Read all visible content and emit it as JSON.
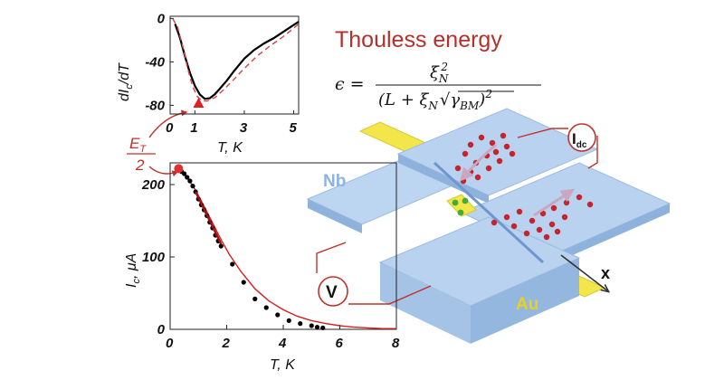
{
  "title": "Thouless energy",
  "formula": {
    "lhs": "ϵ =",
    "numerator": "ξ",
    "numerator_sub": "N",
    "numerator_sup": "2",
    "denominator_open": "(L + ξ",
    "denominator_sub": "N",
    "denominator_sqrt": "γ",
    "denominator_sqrt_sub": "BM",
    "denominator_close": ")",
    "denominator_sup": "2"
  },
  "energy_label": {
    "numerator": "E",
    "numerator_sub": "T",
    "denominator": "2"
  },
  "device": {
    "nb_label": "Nb",
    "au_label": "Au",
    "current_label": "I",
    "current_sub": "dc",
    "voltage_label": "V",
    "axis_label": "x",
    "colors": {
      "nb": "#a9c9ec",
      "au": "#f2e64a",
      "wire": "#c0302a",
      "particle": "#c8222a",
      "particle_green": "#3fae3a"
    }
  },
  "chart_data": [
    {
      "type": "line",
      "xlabel": "T, K",
      "ylabel_main": "dI",
      "ylabel_sub": "c",
      "ylabel_tail": "/dT",
      "xticks": [
        "0",
        "1",
        "3",
        "5"
      ],
      "xtick_values": [
        0,
        1,
        3,
        5
      ],
      "yticks": [
        "0",
        "-40",
        "-80"
      ],
      "ytick_values": [
        0,
        -40,
        -80
      ],
      "xlim": [
        0,
        5.2
      ],
      "ylim": [
        -88,
        2
      ],
      "series": [
        {
          "style": "solid",
          "color": "#000000",
          "x": [
            0.2,
            0.4,
            0.6,
            0.8,
            1.0,
            1.2,
            1.4,
            1.6,
            1.8,
            2.0,
            2.3,
            2.6,
            3.0,
            3.4,
            3.8,
            4.2,
            4.6,
            5.0,
            5.2
          ],
          "y": [
            -5,
            -18,
            -35,
            -50,
            -62,
            -70,
            -74,
            -73.5,
            -70,
            -65,
            -57,
            -48,
            -37,
            -29,
            -23,
            -18,
            -12,
            -6,
            -3
          ]
        },
        {
          "style": "dashed",
          "color": "#d94040",
          "x": [
            0.1,
            0.3,
            0.5,
            0.7,
            0.9,
            1.1,
            1.3,
            1.5,
            1.8,
            2.1,
            2.5,
            3.0,
            3.5,
            4.0,
            4.5,
            5.0,
            5.2
          ],
          "y": [
            0,
            -8,
            -25,
            -45,
            -62,
            -72,
            -76,
            -76,
            -73,
            -67,
            -58,
            -46,
            -35,
            -26,
            -18,
            -9,
            -5
          ]
        }
      ],
      "marker": {
        "x": 1.15,
        "y": -78,
        "color": "#e02020"
      }
    },
    {
      "type": "scatter",
      "xlabel": "T, K",
      "ylabel_main": "I",
      "ylabel_sub": "c",
      "ylabel_tail": ", μA",
      "xticks": [
        "0",
        "2",
        "4",
        "6",
        "8"
      ],
      "xtick_values": [
        0,
        2,
        4,
        6,
        8
      ],
      "yticks": [
        "0",
        "100",
        "200"
      ],
      "ytick_values": [
        0,
        100,
        200
      ],
      "xlim": [
        0,
        8
      ],
      "ylim": [
        0,
        230
      ],
      "points": {
        "color": "#000000",
        "x": [
          0.3,
          0.4,
          0.5,
          0.6,
          0.7,
          0.8,
          0.9,
          1.0,
          1.1,
          1.2,
          1.3,
          1.4,
          1.5,
          1.6,
          1.7,
          1.8,
          2.2,
          2.6,
          3.0,
          3.4,
          3.8,
          4.2,
          4.6,
          5.0,
          5.2,
          5.4
        ],
        "y": [
          220,
          218,
          215,
          210,
          205,
          198,
          190,
          180,
          172,
          165,
          157,
          148,
          140,
          130,
          122,
          115,
          90,
          65,
          42,
          30,
          20,
          12,
          8,
          5,
          3,
          2
        ]
      },
      "fit": {
        "color": "#d42020",
        "x": [
          0.3,
          0.6,
          0.9,
          1.2,
          1.5,
          1.8,
          2.1,
          2.5,
          3.0,
          3.5,
          4.0,
          4.5,
          5.0,
          5.5,
          6.0,
          6.5,
          7.0,
          7.5,
          8.0
        ],
        "y": [
          220,
          210,
          192,
          170,
          147,
          124,
          103,
          80,
          56,
          39,
          27,
          18,
          12,
          8,
          5,
          3,
          2,
          1,
          1
        ]
      },
      "fit_segment": {
        "x": [
          0.9,
          1.8
        ],
        "y": [
          190,
          118
        ],
        "color": "#a01010"
      },
      "marker": {
        "x": 0.3,
        "y": 222,
        "color": "#e03030"
      }
    }
  ]
}
